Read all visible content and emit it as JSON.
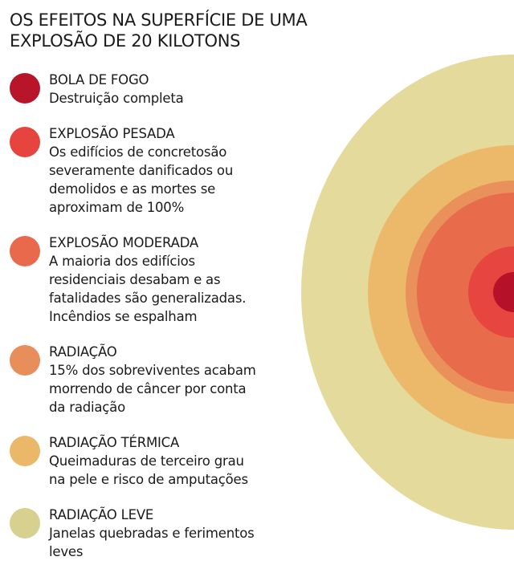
{
  "title_lines": [
    "OS EFEITOS NA SUPERFÍCIE DE UMA",
    "EXPLOSÃO DE 20 KILOTONS"
  ],
  "legend": [
    {
      "heading": "BOLA DE FOGO",
      "lines": [
        "Destruição completa"
      ],
      "color": "#b8152b"
    },
    {
      "heading": "EXPLOSÃO PESADA",
      "lines": [
        "Os edifícios de concretosão",
        "severamente danificados ou",
        "demolidos e as mortes se",
        "aproximam de 100%"
      ],
      "color": "#e6443f"
    },
    {
      "heading": "EXPLOSÃO MODERADA",
      "lines": [
        "A maioria dos edifícios",
        "residenciais desabam e as",
        "fatalidades são generalizadas.",
        "Incêndios se espalham"
      ],
      "color": "#e8694b"
    },
    {
      "heading": "RADIAÇÃO",
      "lines": [
        "15% dos sobreviventes acabam",
        "morrendo de câncer por conta",
        "da radiação"
      ],
      "color": "#e88e5a"
    },
    {
      "heading": "RADIAÇÃO TÉRMICA",
      "lines": [
        "Queimaduras de terceiro grau",
        "na pele e risco de amputações"
      ],
      "color": "#ebb86a"
    },
    {
      "heading": "RADIAÇÃO LEVE",
      "lines": [
        "Janelas quebradas e ferimentos",
        "leves"
      ],
      "color": "#d8d08f"
    }
  ],
  "rings": {
    "order_outer_to_inner": [
      "RADIAÇÃO LEVE",
      "RADIAÇÃO TÉRMICA",
      "RADIAÇÃO",
      "EXPLOSÃO MODERADA",
      "EXPLOSÃO PESADA",
      "BOLA DE FOGO"
    ],
    "colors": [
      "#e3da9b",
      "#ecb96a",
      "#ea915b",
      "#e86b4c",
      "#e64540",
      "#b5122a"
    ]
  }
}
